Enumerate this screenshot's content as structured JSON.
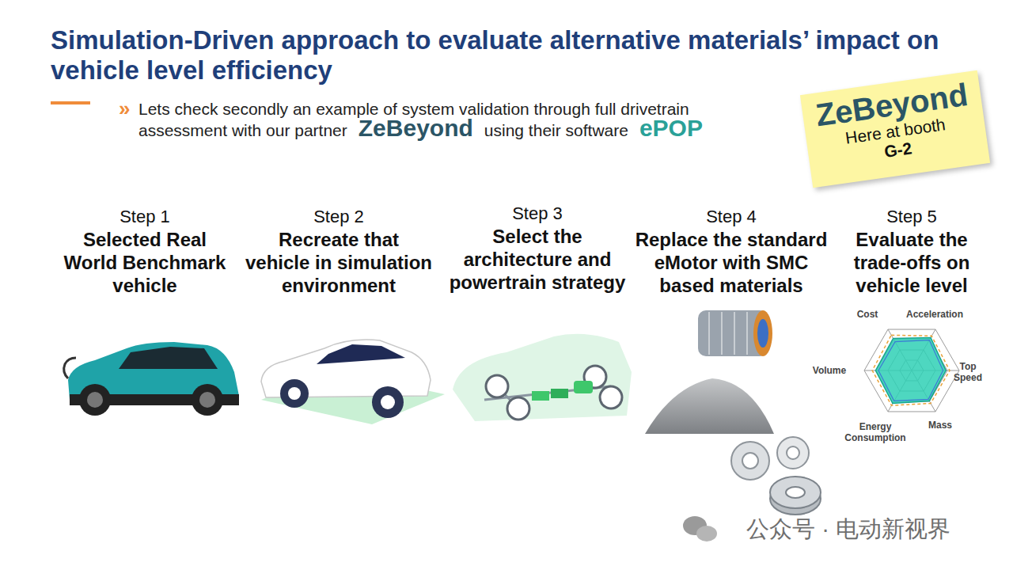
{
  "diagram": {
    "title": "Simulation-Driven approach to evaluate alternative materials’ impact on vehicle level efficiency",
    "nodes": [
      {
        "text": [
          "ZeBeyond",
          "Here at booth",
          "G-2"
        ]
      },
      {
        "text": [
          "Step 1",
          "Selected Real World Benchmark vehicle"
        ]
      },
      {
        "text": [
          "Step 2",
          "Recreate that vehicle in simulation environment"
        ]
      },
      {
        "text": [
          "Step 3",
          "Select the architecture and powertrain strategy"
        ]
      },
      {
        "text": [
          "Step 4",
          "Replace the standard eMotor with SMC based materials"
        ]
      },
      {
        "text": [
          "Step 5",
          "Evaluate the trade-offs on vehicle level"
        ]
      }
    ],
    "labels": [
      "»",
      "Lets check secondly an example of system validation through full drivetrain assessment with our partner",
      "ZeBeyond",
      "using their software",
      "ePOP",
      "Cost",
      "Acceleration",
      "Volume",
      "Top Speed",
      "Energy Consumption",
      "Mass",
      "公众号 · 电动新视界"
    ]
  }
}
